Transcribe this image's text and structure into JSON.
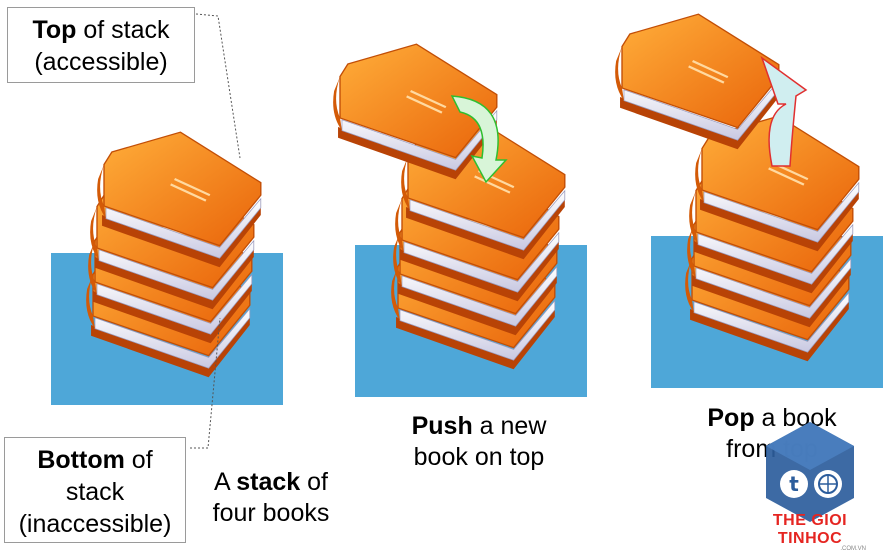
{
  "callouts": {
    "top": {
      "bold": "Top",
      "rest": " of stack",
      "line2": "(accessible)"
    },
    "bottom": {
      "bold": "Bottom",
      "rest": " of",
      "line2": "stack",
      "line3": "(inaccessible)"
    }
  },
  "captions": {
    "stack": {
      "pre": "A ",
      "bold": "stack",
      "post": " of",
      "line2": "four books"
    },
    "push": {
      "bold": "Push",
      "post": " a new",
      "line2": "book on top"
    },
    "pop": {
      "bold": "Pop",
      "post": " a book",
      "line2": "from top"
    }
  },
  "colors": {
    "background_block": "#4ea7d8",
    "cover": "#f07a10",
    "cover_dark": "#c84d08",
    "pages": "#e8e8f4",
    "push_arrow": "#d8f5d8",
    "pop_arrow": "#d0eef0"
  },
  "watermark": {
    "brand": "THE GIOI TINHOC",
    "domain": ".COM.VN"
  }
}
